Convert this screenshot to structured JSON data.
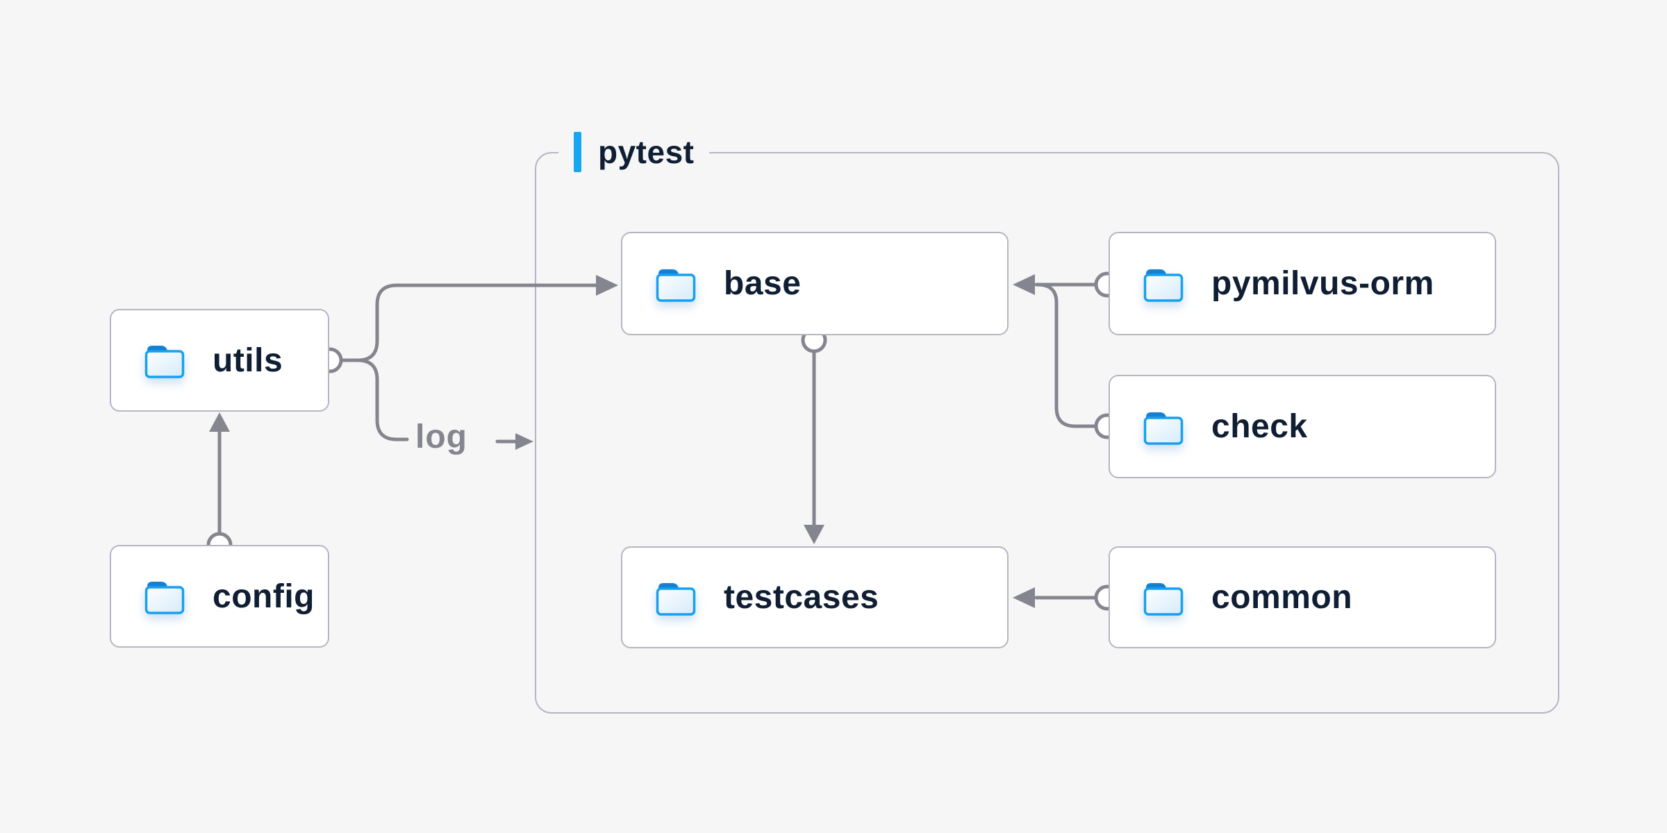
{
  "diagram": {
    "group": {
      "label": "pytest"
    },
    "nodes": {
      "utils": {
        "label": "utils"
      },
      "config": {
        "label": "config"
      },
      "base": {
        "label": "base"
      },
      "testcases": {
        "label": "testcases"
      },
      "pymilvus_orm": {
        "label": "pymilvus-orm"
      },
      "check": {
        "label": "check"
      },
      "common": {
        "label": "common"
      }
    },
    "edge_labels": {
      "log": "log"
    },
    "edges": [
      {
        "from": "config",
        "to": "utils"
      },
      {
        "from": "utils",
        "to": "base"
      },
      {
        "from": "utils",
        "to": "pytest-group",
        "label": "log"
      },
      {
        "from": "base",
        "to": "testcases"
      },
      {
        "from": "pymilvus_orm",
        "to": "base"
      },
      {
        "from": "check",
        "to": "base"
      },
      {
        "from": "common",
        "to": "testcases"
      }
    ],
    "icon": "folder-icon",
    "colors": {
      "background": "#f6f6f7",
      "node_fill": "#ffffff",
      "node_border": "#b6b6c2",
      "group_border": "#b6b6c2",
      "connector": "#85858f",
      "label_text": "#0f1e33",
      "accent": "#16a7f0",
      "folder_blue": "#16a0ef",
      "folder_tab": "#1480d4"
    }
  }
}
